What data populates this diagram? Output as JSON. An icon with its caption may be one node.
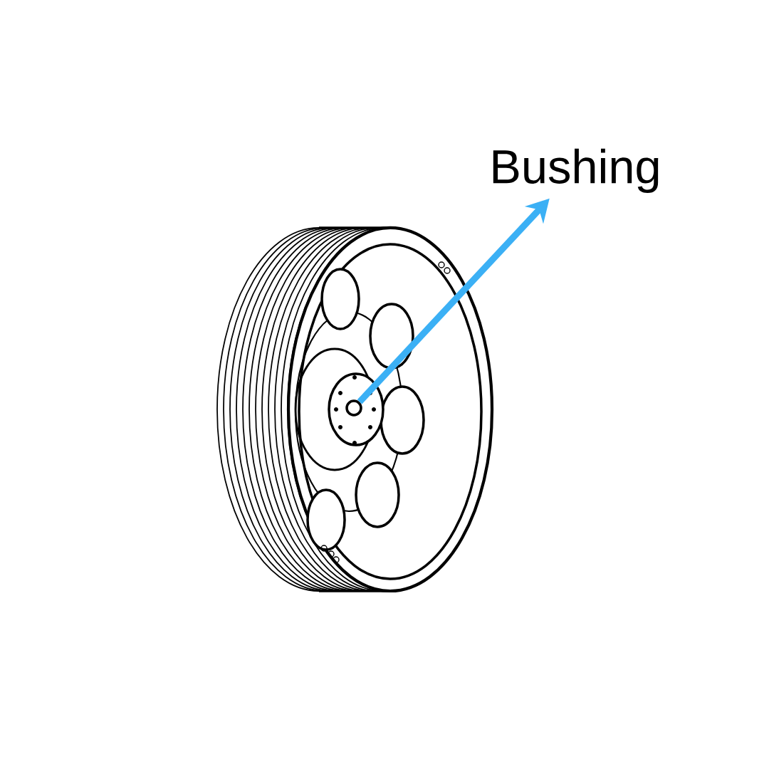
{
  "diagram": {
    "nodes": [
      {
        "text": [
          "Bushing"
        ]
      },
      {
        "text": [],
        "shape": "circle"
      }
    ],
    "edges": [
      {
        "from": 1,
        "to": 0,
        "arrow": "to"
      }
    ]
  }
}
